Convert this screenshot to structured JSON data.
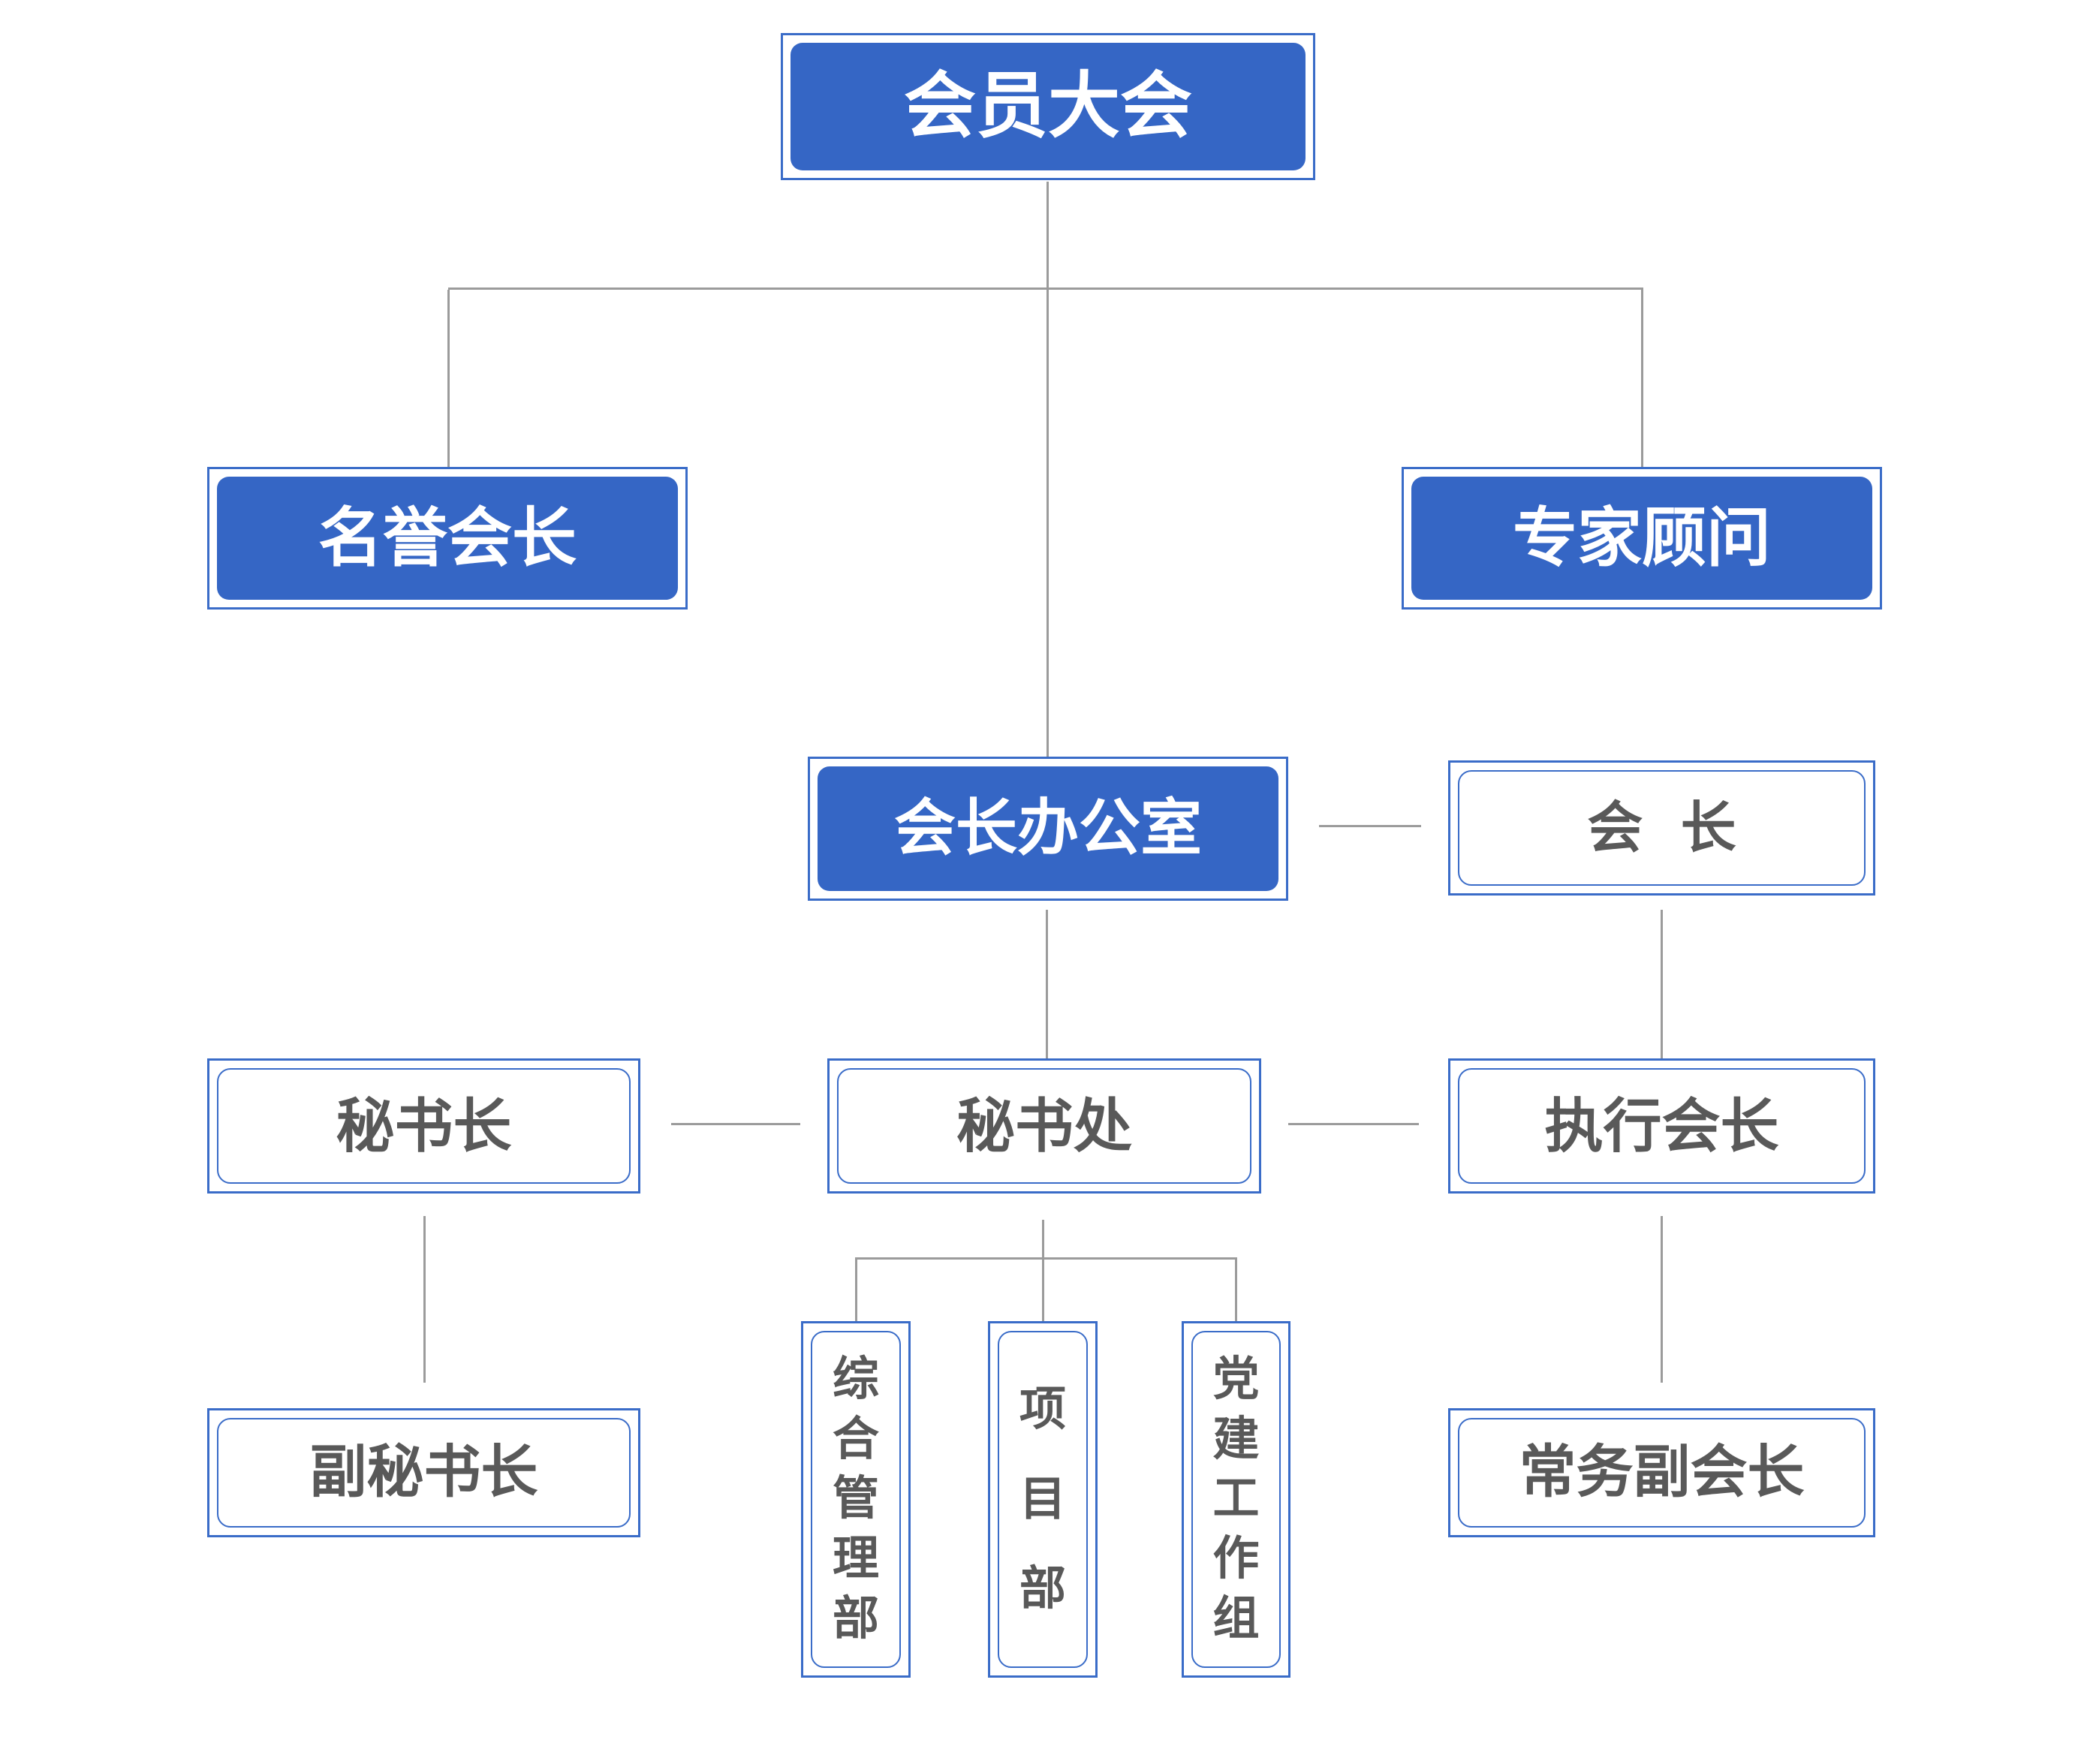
{
  "colors": {
    "accent_blue": "#3566C5",
    "border_blue": "#3A6CC8",
    "text_dark": "#595959",
    "text_light": "#ffffff",
    "connector_gray": "#9B9B9B"
  },
  "chart": {
    "type": "org-chart",
    "nodes": {
      "members_assembly": {
        "label": "会员大会",
        "style": "solid-blue",
        "level": 1
      },
      "honorary_president": {
        "label": "名誉会长",
        "style": "solid-blue",
        "level": 2
      },
      "expert_advisor": {
        "label": "专家顾问",
        "style": "solid-blue",
        "level": 2
      },
      "president_office": {
        "label": "会长办公室",
        "style": "solid-blue",
        "level": 3
      },
      "president": {
        "label": "会 长",
        "style": "outline",
        "level": 3
      },
      "secretary_general": {
        "label": "秘书长",
        "style": "outline",
        "level": 4
      },
      "secretariat": {
        "label": "秘书处",
        "style": "outline",
        "level": 4
      },
      "executive_president": {
        "label": "执行会长",
        "style": "outline",
        "level": 4
      },
      "deputy_secretary_general": {
        "label": "副秘书长",
        "style": "outline",
        "level": 5
      },
      "general_management_dept": {
        "label": "综合管理部",
        "style": "outline-vertical",
        "level": 5
      },
      "project_dept": {
        "label": "项目部",
        "style": "outline-vertical",
        "level": 5
      },
      "party_building_group": {
        "label": "党建工作组",
        "style": "outline-vertical",
        "level": 5
      },
      "standing_vice_president": {
        "label": "常务副会长",
        "style": "outline",
        "level": 5
      }
    },
    "edges": [
      {
        "from": "members_assembly",
        "to": "honorary_president",
        "type": "hierarchy"
      },
      {
        "from": "members_assembly",
        "to": "expert_advisor",
        "type": "hierarchy"
      },
      {
        "from": "members_assembly",
        "to": "president_office",
        "type": "hierarchy"
      },
      {
        "from": "president_office",
        "to": "president",
        "type": "lateral"
      },
      {
        "from": "president",
        "to": "executive_president",
        "type": "hierarchy"
      },
      {
        "from": "president_office",
        "to": "secretariat",
        "type": "hierarchy"
      },
      {
        "from": "secretary_general",
        "to": "secretariat",
        "type": "lateral"
      },
      {
        "from": "secretariat",
        "to": "executive_president",
        "type": "lateral"
      },
      {
        "from": "secretary_general",
        "to": "deputy_secretary_general",
        "type": "hierarchy"
      },
      {
        "from": "executive_president",
        "to": "standing_vice_president",
        "type": "hierarchy"
      },
      {
        "from": "secretariat",
        "to": "general_management_dept",
        "type": "hierarchy"
      },
      {
        "from": "secretariat",
        "to": "project_dept",
        "type": "hierarchy"
      },
      {
        "from": "secretariat",
        "to": "party_building_group",
        "type": "hierarchy"
      }
    ]
  }
}
